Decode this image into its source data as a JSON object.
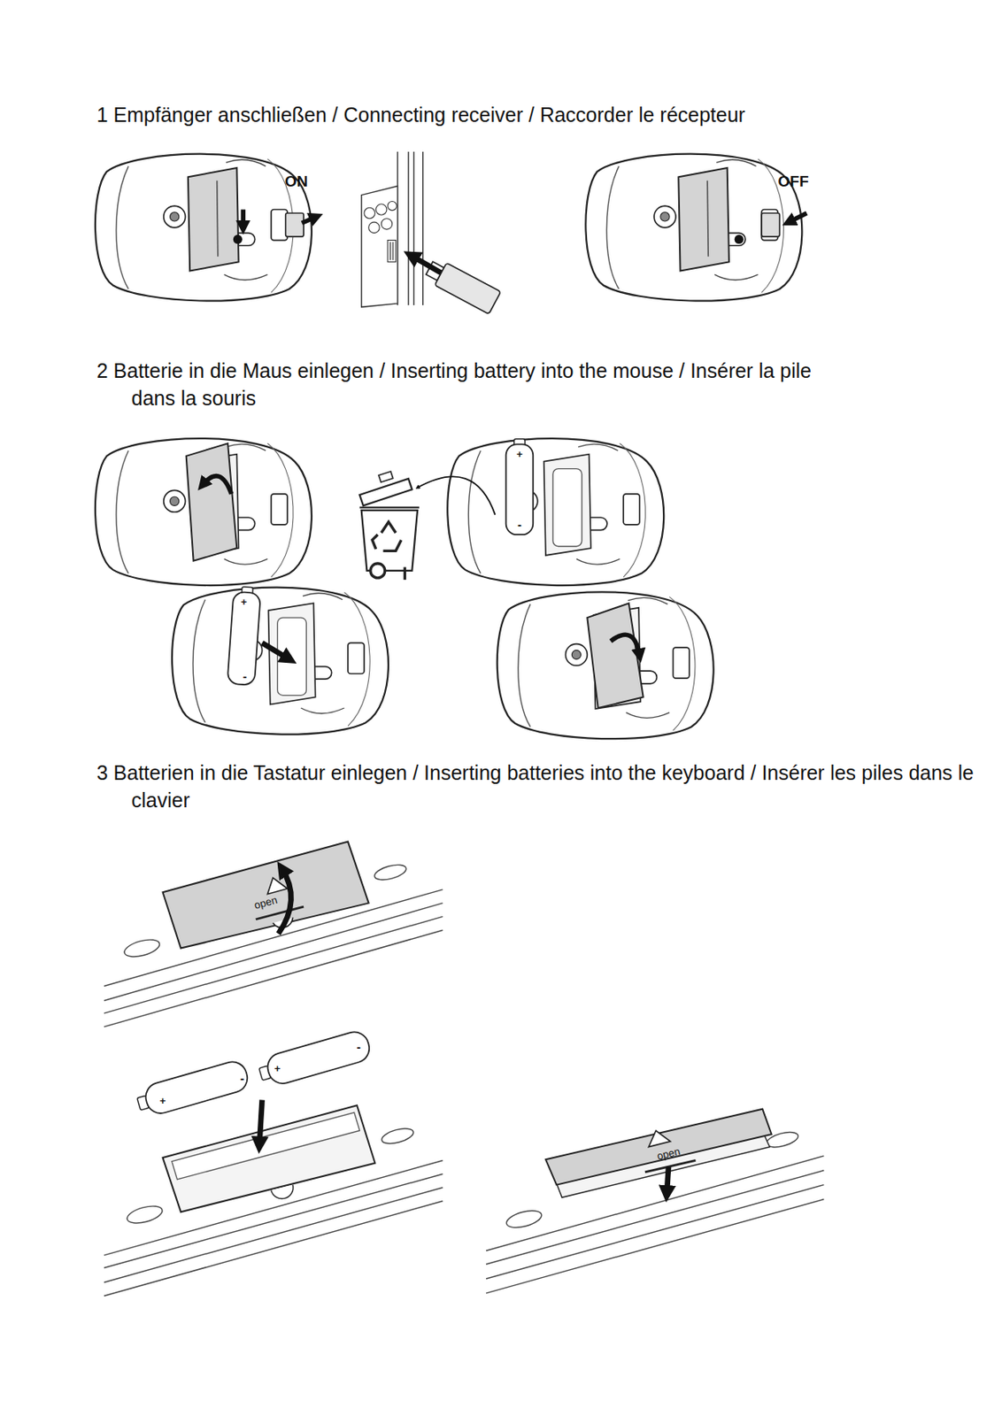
{
  "diagram": {
    "labels": [
      "1 Empfänger anschließen / Connecting receiver / Raccorder le récepteur",
      "ON",
      "OFF",
      "2 Batterie in die Maus einlegen / Inserting battery into the mouse / Insérer la pile dans la souris",
      "+",
      "-",
      "+",
      "-",
      "3 Batterien in die Tastatur einlegen / Inserting batteries into the keyboard / Insérer les piles dans le clavier",
      "open",
      "+",
      "-",
      "+",
      "-",
      "open"
    ]
  }
}
